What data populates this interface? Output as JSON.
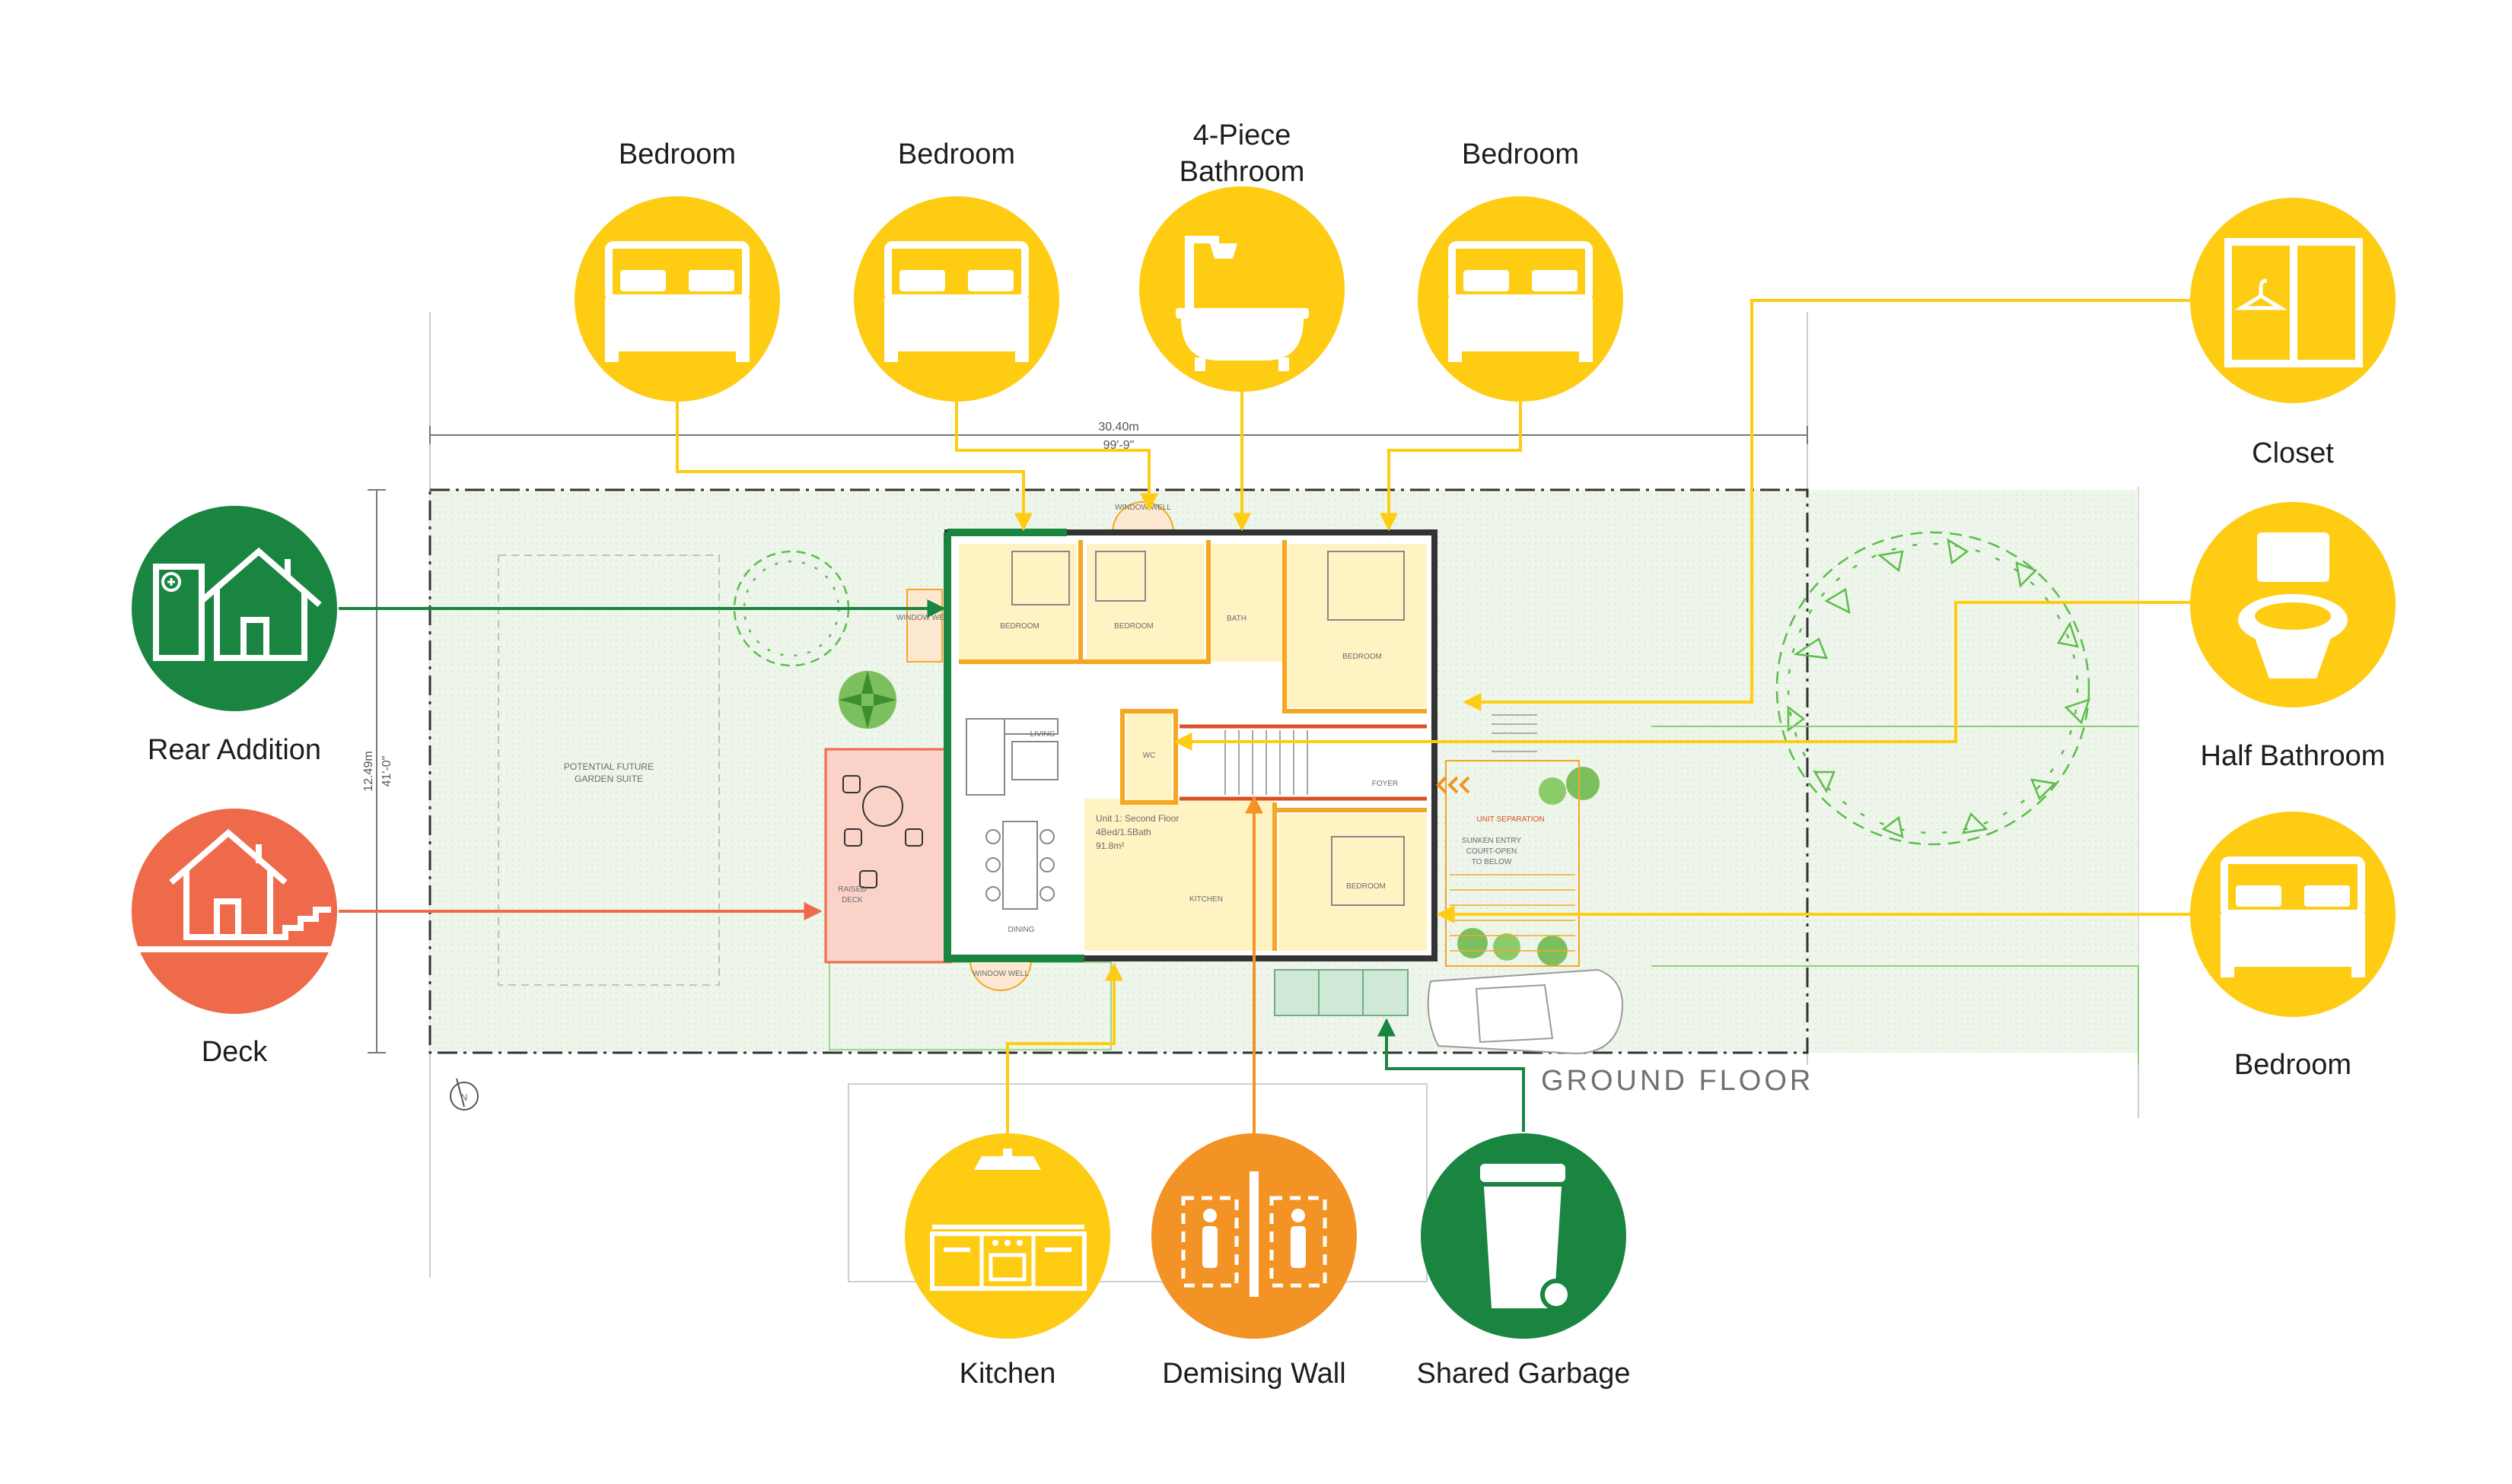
{
  "colors": {
    "yellow": "#FFCC14",
    "green": "#1A8541",
    "coral": "#EE6A4A",
    "orange": "#F39325",
    "wall_orange": "#F5A623",
    "room_fill": "#FFF3C4",
    "yard_fill": "#E8F2E3"
  },
  "callouts": {
    "bedroom_1": {
      "label": "Bedroom",
      "icon": "bed-icon"
    },
    "bedroom_2": {
      "label": "Bedroom",
      "icon": "bed-icon"
    },
    "bathroom": {
      "label_line1": "4-Piece",
      "label_line2": "Bathroom",
      "icon": "bathtub-icon"
    },
    "bedroom_3": {
      "label": "Bedroom",
      "icon": "bed-icon"
    },
    "closet": {
      "label": "Closet",
      "icon": "closet-icon"
    },
    "half_bath": {
      "label": "Half Bathroom",
      "icon": "toilet-icon"
    },
    "bedroom_4": {
      "label": "Bedroom",
      "icon": "bed-icon"
    },
    "rear_addition": {
      "label": "Rear Addition",
      "icon": "house-addition-icon"
    },
    "deck": {
      "label": "Deck",
      "icon": "deck-house-icon"
    },
    "kitchen": {
      "label": "Kitchen",
      "icon": "kitchen-icon"
    },
    "demising_wall": {
      "label": "Demising Wall",
      "icon": "demising-wall-icon"
    },
    "shared_garbage": {
      "label": "Shared Garbage",
      "icon": "garbage-bin-icon"
    }
  },
  "plan": {
    "ground_floor": "GROUND FLOOR",
    "dim_width_m": "30.40m",
    "dim_width_ft": "99'-9\"",
    "dim_depth_m": "12.49m",
    "dim_depth_ft": "41'-0\"",
    "north": "N",
    "garden_suite_l1": "POTENTIAL FUTURE",
    "garden_suite_l2": "GARDEN SUITE",
    "window_well": "WINDOW WELL",
    "window_well_2": "WINDOW WELL",
    "window_well_3": "WINDOW WELL",
    "raised_deck_l1": "RAISED",
    "raised_deck_l2": "DECK",
    "rooms": {
      "bedroom_a": "BEDROOM",
      "bedroom_b": "BEDROOM",
      "bath": "BATH",
      "bedroom_c": "BEDROOM",
      "living": "LIVING",
      "wc": "WC",
      "foyer": "FOYER",
      "dining": "DINING",
      "kitchen": "KITCHEN",
      "bedroom_d": "BEDROOM"
    },
    "unit_info_l1": "Unit 1: Second Floor",
    "unit_info_l2": "4Bed/1.5Bath",
    "unit_info_l3": "91.8m²",
    "unit_separation": "UNIT SEPARATION",
    "sunken_l1": "SUNKEN ENTRY",
    "sunken_l2": "COURT-OPEN",
    "sunken_l3": "TO BELOW"
  }
}
